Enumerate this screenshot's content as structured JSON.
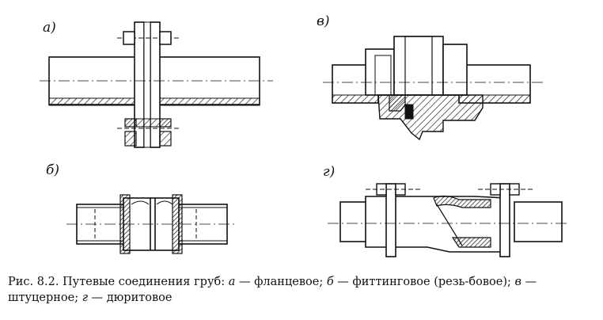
{
  "figure": {
    "panels": [
      {
        "id": "a",
        "label": "а)"
      },
      {
        "id": "v",
        "label": "в)"
      },
      {
        "id": "b",
        "label": "б)"
      },
      {
        "id": "g",
        "label": "г)"
      }
    ]
  },
  "caption": {
    "prefix": "Рис. 8.2. Путевые соединения груб:",
    "items": [
      {
        "letter": "а",
        "text": "— фланцевое;"
      },
      {
        "letter": "б",
        "text": "— фиттинговое (резь-бовое);"
      },
      {
        "letter": "в",
        "text": "— штуцерное;"
      },
      {
        "letter": "г",
        "text": "— дюритовое"
      }
    ]
  }
}
